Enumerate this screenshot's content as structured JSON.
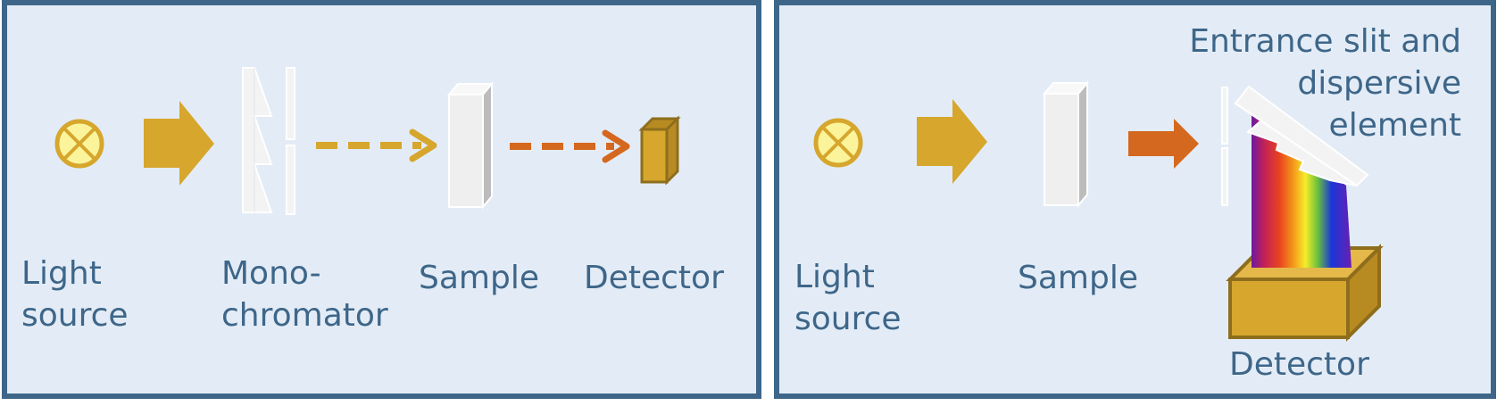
{
  "panels": {
    "left": {
      "labels": {
        "light_source": [
          "Light",
          "source"
        ],
        "monochromator": [
          "Mono-",
          "chromator"
        ],
        "sample": "Sample",
        "detector": "Detector"
      }
    },
    "right": {
      "labels": {
        "light_source": [
          "Light",
          "source"
        ],
        "sample": "Sample",
        "entrance_slit": [
          "Entrance slit and",
          "dispersive",
          "element"
        ],
        "detector": "Detector"
      }
    }
  },
  "colors": {
    "panel_bg": "#e3ecf6",
    "panel_border": "#3e6689",
    "label_text": "#3e6689",
    "gold": "#d6a62d",
    "gold_dark": "#8e6e1d",
    "orange": "#d4681f",
    "lamp_fill": "#fbf49a",
    "cuvette": "#efefef",
    "cuvette_side": "#bcbcbc"
  },
  "icons": {
    "lamp": "light-bulb-icon",
    "arrow": "arrow-icon",
    "grating": "diffraction-grating-icon",
    "cuvette": "cuvette-icon",
    "detector": "detector-box-icon",
    "spectrum": "rainbow-spectrum-icon"
  }
}
